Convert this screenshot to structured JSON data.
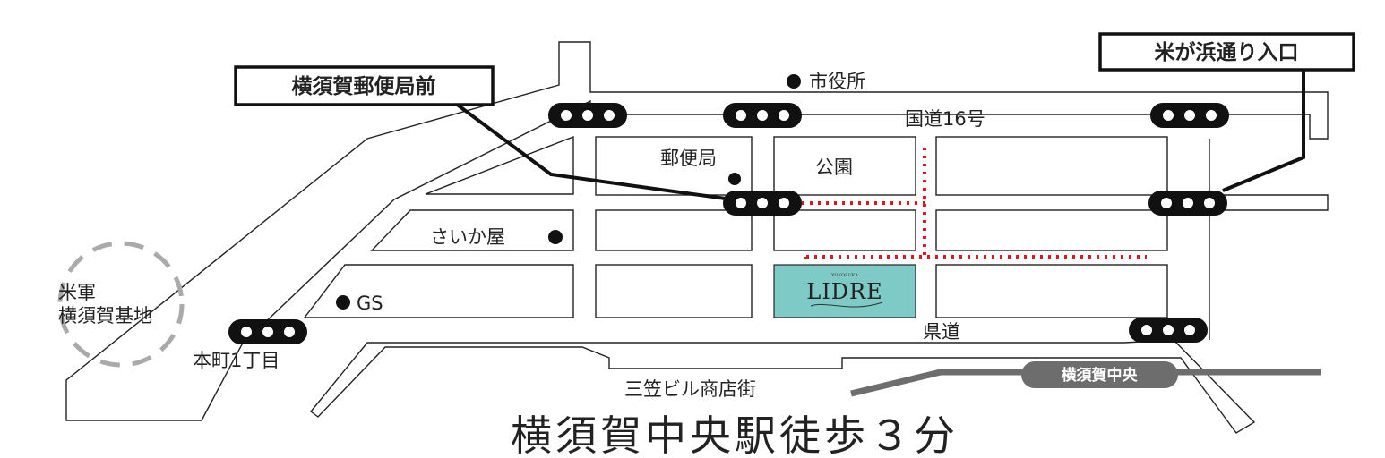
{
  "labels": {
    "city_hall": "市役所",
    "route16": "国道16号",
    "post_office": "郵便局",
    "park": "公園",
    "saikaya": "さいか屋",
    "gs": "GS",
    "base": [
      "米軍",
      "横須賀基地"
    ],
    "honcho": "本町1丁目",
    "prefectural_road": "県道",
    "mikasa": "三笠ビル商店街",
    "callout_post_office": "横須賀郵便局前",
    "callout_yonegahama": "米が浜通り入口",
    "station_badge": "横須賀中央",
    "walk": "横須賀中央駅徒歩３分"
  },
  "logo": {
    "text": "LIDRE",
    "sub": "YOKOSUKA",
    "bg_color": "#7ecac6"
  },
  "route_color": "#e0161b",
  "station_line_color": "#6d6d6d"
}
